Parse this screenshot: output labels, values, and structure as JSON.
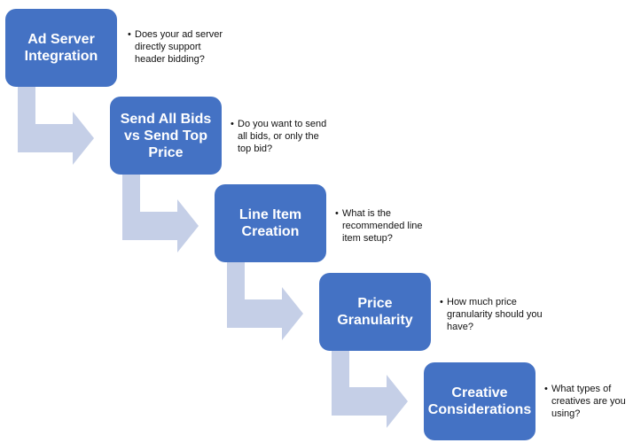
{
  "colors": {
    "box_fill": "#4472c4",
    "box_text": "#ffffff",
    "connector_fill": "#c5cfe7",
    "note_text": "#111111"
  },
  "steps": [
    {
      "label": "Ad Server Integration",
      "note": "Does your ad server directly support header bidding?"
    },
    {
      "label": "Send All Bids vs Send Top Price",
      "note": "Do you want to send all bids, or only the top bid?"
    },
    {
      "label": "Line Item Creation",
      "note": "What is the recommended line item setup?"
    },
    {
      "label": "Price Granularity",
      "note": "How much price granularity should you have?"
    },
    {
      "label": "Creative Considerations",
      "note": "What types of creatives are you using?"
    }
  ],
  "connector_icon": "bent-arrow-icon",
  "bullet_glyph": "•"
}
